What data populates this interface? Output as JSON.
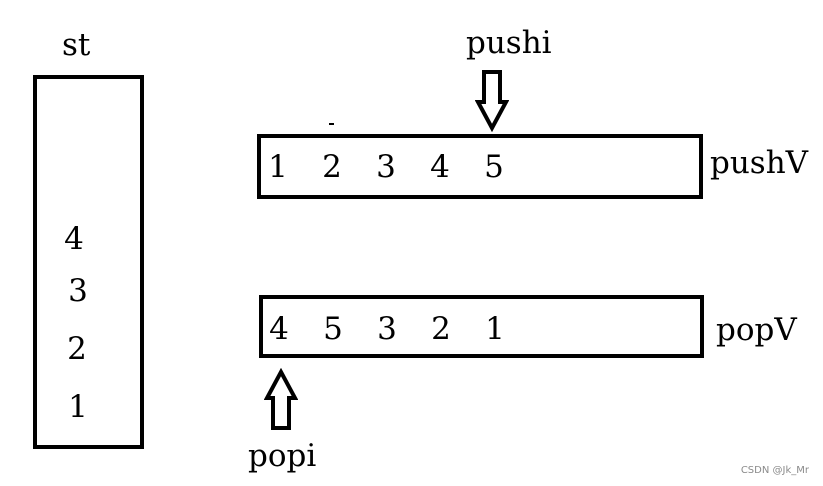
{
  "stack": {
    "label": "st",
    "items": [
      "4",
      "3",
      "2",
      "1"
    ]
  },
  "push_array": {
    "label": "pushV",
    "pointer_label": "pushi",
    "values": [
      "1",
      "2",
      "3",
      "4",
      "5"
    ]
  },
  "pop_array": {
    "label": "popV",
    "pointer_label": "popi",
    "values": [
      "4",
      "5",
      "3",
      "2",
      "1"
    ]
  },
  "watermark": "CSDN @Jk_Mr"
}
